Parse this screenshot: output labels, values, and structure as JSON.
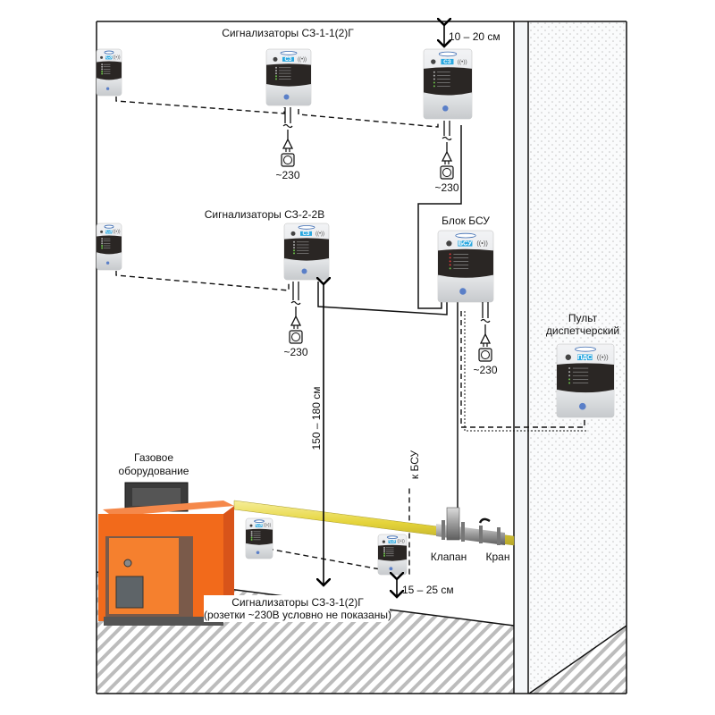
{
  "labels": {
    "group1_title": "Сигнализаторы СЗ-1-1(2)Г",
    "group2_title": "Сигнализаторы  СЗ-2-2В",
    "group3_title": "Сигнализаторы СЗ-3-1(2)Г",
    "group3_note": "(розетки ~230В условно не показаны)",
    "bsu_title": "Блок БСУ",
    "console_title_line1": "Пульт",
    "console_title_line2": "диспетчерский",
    "gas_equipment_line1": "Газовое",
    "gas_equipment_line2": "оборудование",
    "valve": "Клапан",
    "tap": "Кран",
    "to_bsu": "к БСУ",
    "dim_ceiling": "10 – 20 см",
    "dim_height": "150 – 180 см",
    "dim_floor": "15 – 25 см",
    "voltage": "~230"
  },
  "devices": {
    "small_badge": "СЗ",
    "bsu_badge": "БСУ",
    "console_badge": "ПДС"
  },
  "colors": {
    "pipe": "#e8d84a",
    "boiler": "#f26a1b",
    "device_dark": "#2a2624",
    "device_light": "#d9dcdf",
    "badge": "#2aa8e0",
    "hatch": "#b8b8b8",
    "wall_dots": "#c8c8c8"
  }
}
